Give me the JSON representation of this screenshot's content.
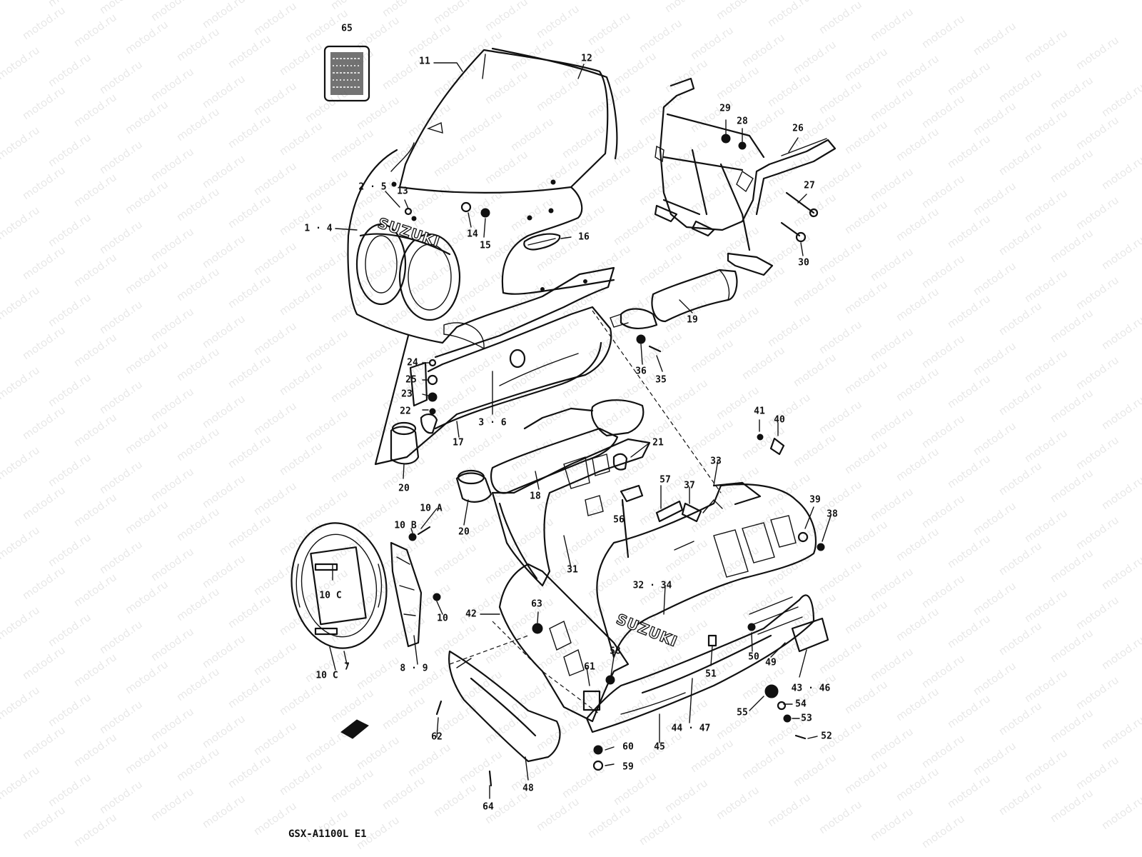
{
  "diagram": {
    "model_code": "GSX-A1100L E1",
    "watermark": "motod.ru",
    "logo_text": "SUZUKI",
    "parts": [
      {
        "label": "65"
      },
      {
        "label": "11"
      },
      {
        "label": "12"
      },
      {
        "label": "29"
      },
      {
        "label": "28"
      },
      {
        "label": "26"
      },
      {
        "label": "27"
      },
      {
        "label": "30"
      },
      {
        "label": "2 · 5"
      },
      {
        "label": "13"
      },
      {
        "label": "1 · 4"
      },
      {
        "label": "14"
      },
      {
        "label": "15"
      },
      {
        "label": "16"
      },
      {
        "label": "19"
      },
      {
        "label": "36"
      },
      {
        "label": "35"
      },
      {
        "label": "24"
      },
      {
        "label": "25"
      },
      {
        "label": "23"
      },
      {
        "label": "22"
      },
      {
        "label": "3 · 6"
      },
      {
        "label": "17"
      },
      {
        "label": "20"
      },
      {
        "label": "21"
      },
      {
        "label": "18"
      },
      {
        "label": "20"
      },
      {
        "label": "41"
      },
      {
        "label": "40"
      },
      {
        "label": "33"
      },
      {
        "label": "57"
      },
      {
        "label": "37"
      },
      {
        "label": "56"
      },
      {
        "label": "39"
      },
      {
        "label": "38"
      },
      {
        "label": "10 A"
      },
      {
        "label": "10 B"
      },
      {
        "label": "10 C"
      },
      {
        "label": "10"
      },
      {
        "label": "31"
      },
      {
        "label": "32 · 34"
      },
      {
        "label": "42"
      },
      {
        "label": "63"
      },
      {
        "label": "10 C"
      },
      {
        "label": "7"
      },
      {
        "label": "8 · 9"
      },
      {
        "label": "58"
      },
      {
        "label": "61"
      },
      {
        "label": "51"
      },
      {
        "label": "50"
      },
      {
        "label": "49"
      },
      {
        "label": "43 · 46"
      },
      {
        "label": "62"
      },
      {
        "label": "55"
      },
      {
        "label": "54"
      },
      {
        "label": "53"
      },
      {
        "label": "52"
      },
      {
        "label": "44 · 47"
      },
      {
        "label": "45"
      },
      {
        "label": "60"
      },
      {
        "label": "59"
      },
      {
        "label": "48"
      },
      {
        "label": "64"
      }
    ]
  }
}
